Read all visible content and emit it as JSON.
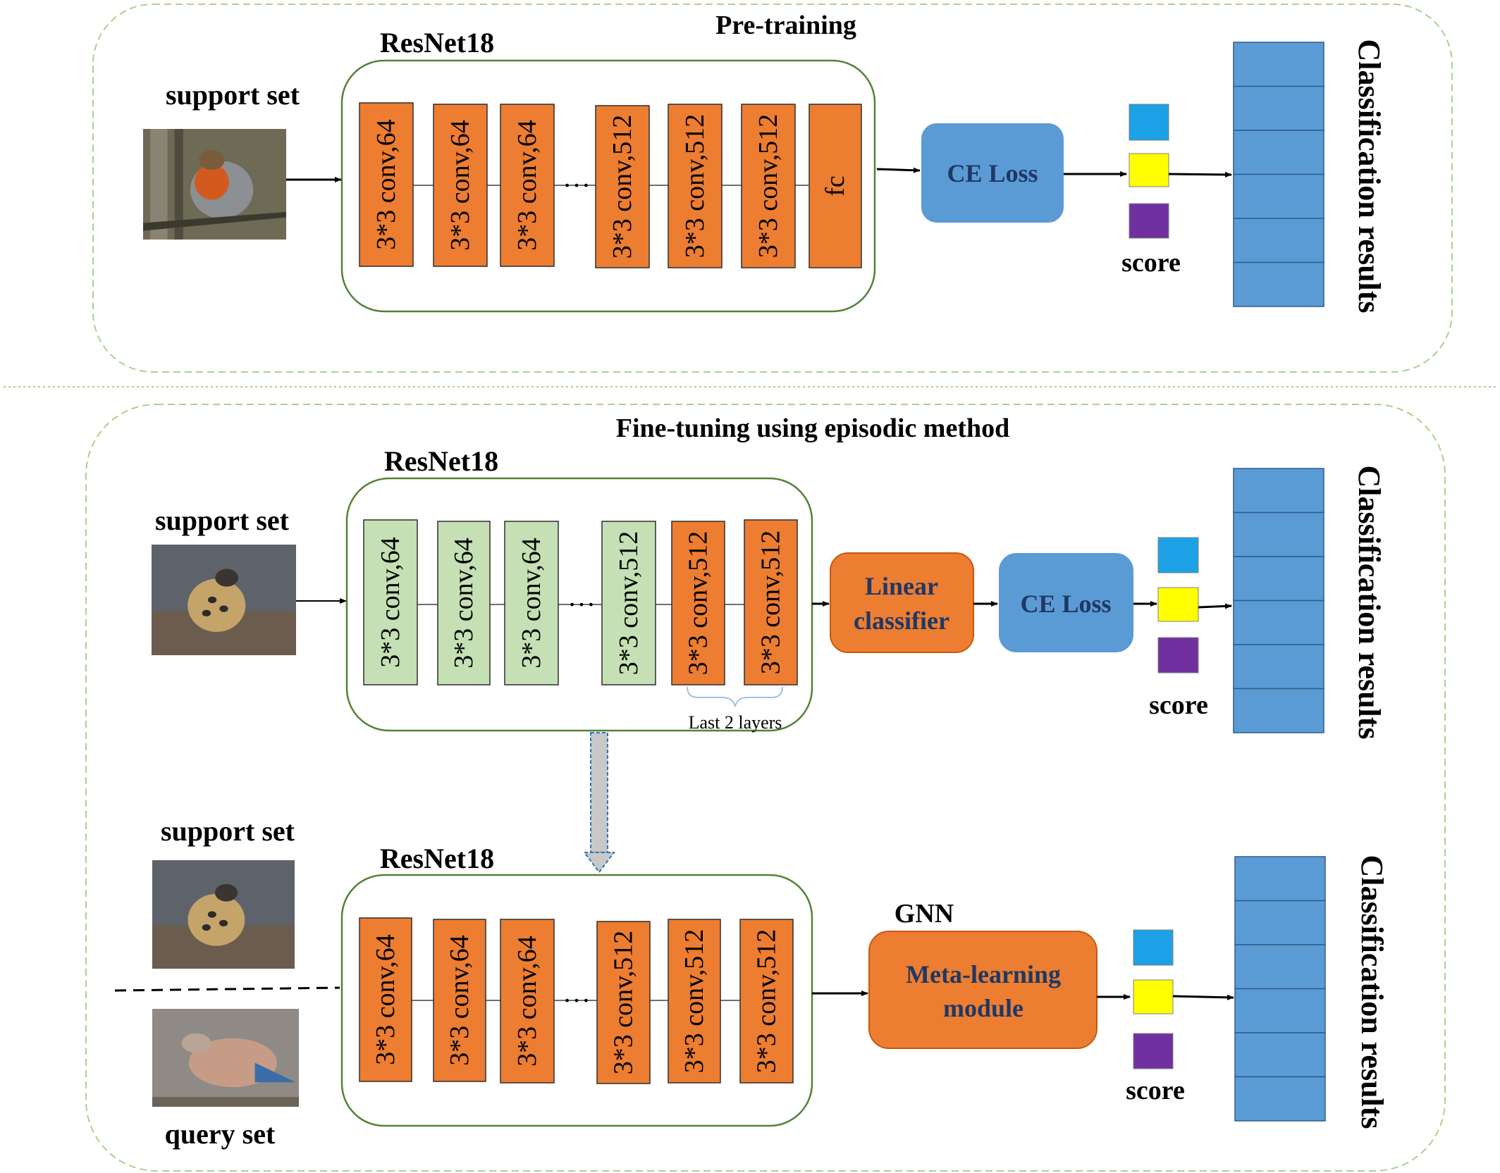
{
  "colors": {
    "frame_dash": "#a9d18e",
    "frame_rounded": "#548235",
    "layer_orange": "#ed7d31",
    "layer_orange_stroke": "#2f2f2f",
    "layer_green": "#c5e0b4",
    "box_blue": "#5b9bd5",
    "score_cyan": "#1da1e6",
    "score_yellow": "#ffff00",
    "score_purple": "#7030a0",
    "text_dark_blue": "#1f3864",
    "arrow_gray": "#c0c0c0"
  },
  "pretraining": {
    "title": "Pre-training",
    "input_label": "support set",
    "backbone_label": "ResNet18",
    "layers": [
      "3*3 conv,64",
      "3*3 conv,64",
      "3*3 conv,64",
      "3*3 conv,512",
      "3*3 conv,512",
      "3*3 conv,512",
      "fc"
    ],
    "ellipsis": "…",
    "loss_label": "CE Loss",
    "score_label": "score",
    "results_label": "Classification results"
  },
  "finetuning": {
    "title": "Fine-tuning using episodic method",
    "upper": {
      "input_label": "support set",
      "backbone_label": "ResNet18",
      "layers": [
        "3*3 conv,64",
        "3*3 conv,64",
        "3*3 conv,64",
        "3*3 conv,512",
        "3*3 conv,512",
        "3*3 conv,512"
      ],
      "ellipsis": "…",
      "brace_label": "Last 2 layers",
      "classifier_label_line1": "Linear",
      "classifier_label_line2": "classifier",
      "loss_label": "CE Loss",
      "score_label": "score",
      "results_label": "Classification results"
    },
    "lower": {
      "support_label": "support set",
      "query_label": "query set",
      "backbone_label": "ResNet18",
      "layers": [
        "3*3 conv,64",
        "3*3 conv,64",
        "3*3 conv,64",
        "3*3 conv,512",
        "3*3 conv,512",
        "3*3 conv,512"
      ],
      "ellipsis": "…",
      "gnn_label": "GNN",
      "module_label_line1": "Meta-learning",
      "module_label_line2": "module",
      "score_label": "score",
      "results_label": "Classification results"
    }
  }
}
